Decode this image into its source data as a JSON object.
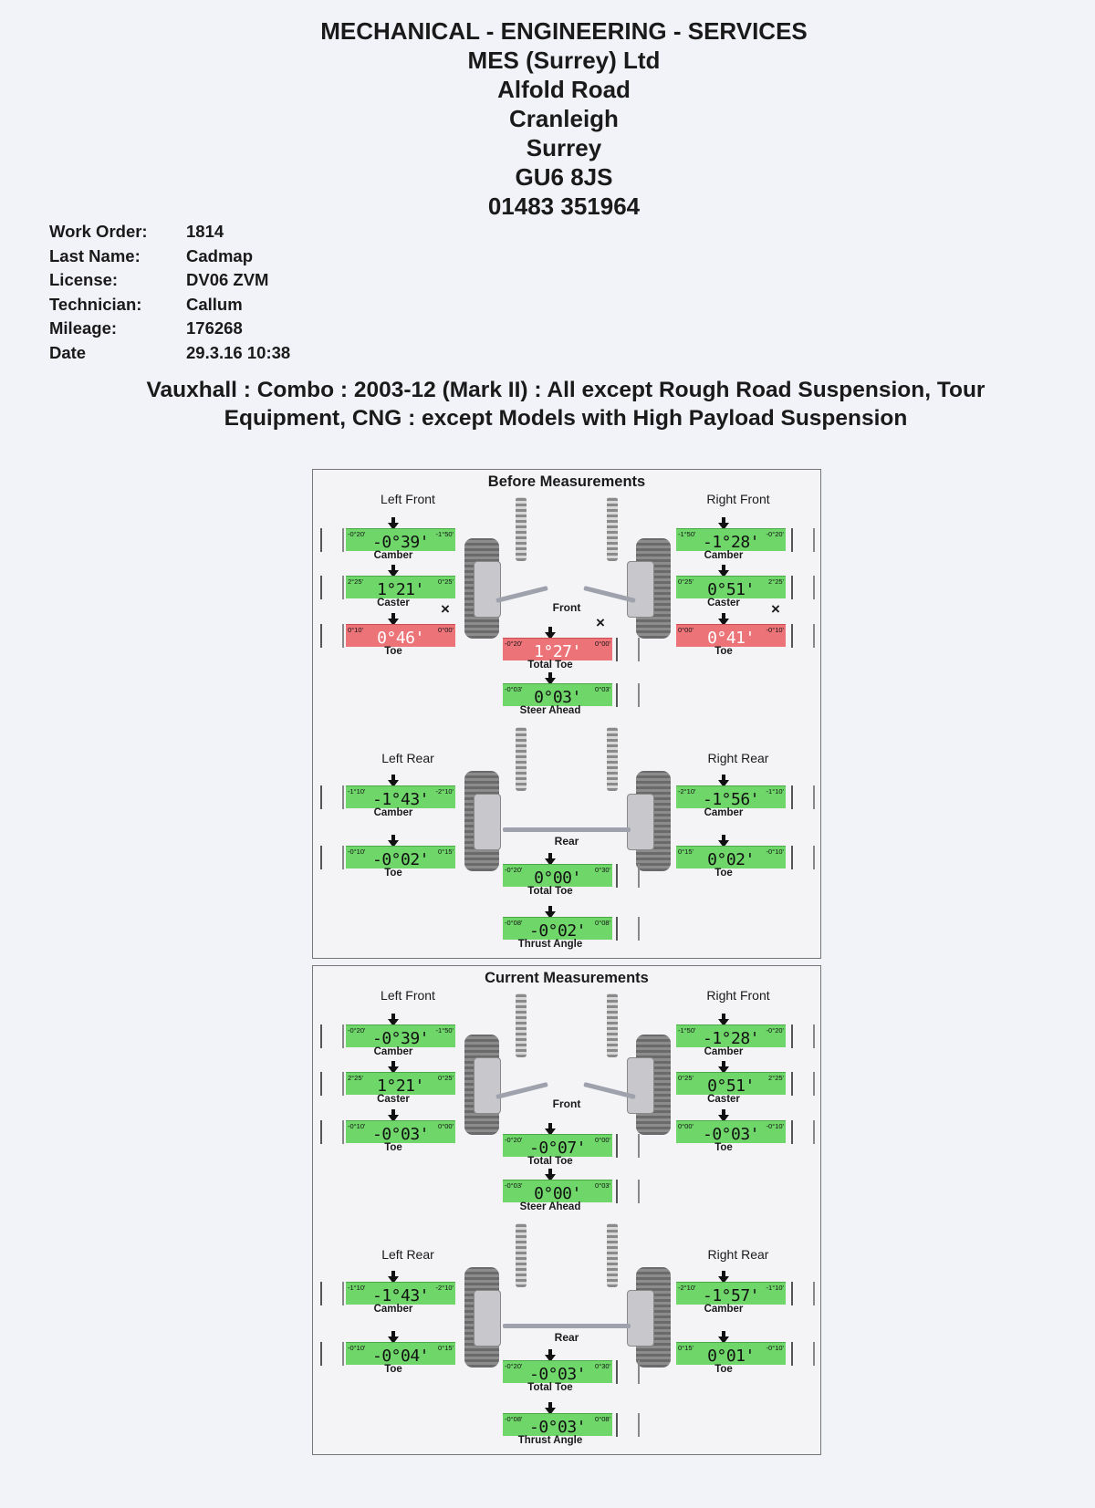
{
  "company": {
    "line1": "MECHANICAL - ENGINEERING - SERVICES",
    "line2": "MES (Surrey) Ltd",
    "line3": "Alfold Road",
    "line4": "Cranleigh",
    "line5": "Surrey",
    "line6": "GU6 8JS",
    "line7": "01483 351964"
  },
  "job": {
    "work_order_label": "Work Order:",
    "work_order": "1814",
    "last_name_label": "Last Name:",
    "last_name": "Cadmap",
    "license_label": "License:",
    "license": "DV06 ZVM",
    "technician_label": "Technician:",
    "technician": "Callum",
    "mileage_label": "Mileage:",
    "mileage": "176268",
    "date_label": "Date",
    "date": "29.3.16 10:38"
  },
  "vehicle": {
    "line1": "Vauxhall : Combo : 2003-12 (Mark II) : All except Rough Road Suspension, Tour",
    "line2": "Equipment, CNG : except Models with High Payload Suspension"
  },
  "colors": {
    "in_spec": "#6fd66a",
    "out_of_spec": "#ec7479"
  },
  "before": {
    "title": "Before Measurements",
    "left_front": "Left Front",
    "right_front": "Right Front",
    "left_rear": "Left Rear",
    "right_rear": "Right Rear",
    "front": "Front",
    "rear": "Rear",
    "lf_camber": {
      "min": "-0°20'",
      "max": "-1°50'",
      "value": "-0°39'",
      "name": "Camber"
    },
    "lf_caster": {
      "min": "2°25'",
      "max": "0°25'",
      "value": "1°21'",
      "name": "Caster"
    },
    "lf_toe": {
      "min": "0°10'",
      "max": "0°00'",
      "value": "0°46'",
      "name": "Toe",
      "status": "out"
    },
    "rf_camber": {
      "min": "-1°50'",
      "max": "-0°20'",
      "value": "-1°28'",
      "name": "Camber"
    },
    "rf_caster": {
      "min": "0°25'",
      "max": "2°25'",
      "value": "0°51'",
      "name": "Caster"
    },
    "rf_toe": {
      "min": "0°00'",
      "max": "-0°10'",
      "value": "0°41'",
      "name": "Toe",
      "status": "out"
    },
    "f_total_toe": {
      "min": "-0°20'",
      "max": "0°00'",
      "value": "1°27'",
      "name": "Total Toe",
      "status": "out"
    },
    "steer_ahead": {
      "min": "-0°03'",
      "max": "0°03'",
      "value": "0°03'",
      "name": "Steer Ahead"
    },
    "lr_camber": {
      "min": "-1°10'",
      "max": "-2°10'",
      "value": "-1°43'",
      "name": "Camber"
    },
    "lr_toe": {
      "min": "-0°10'",
      "max": "0°15'",
      "value": "-0°02'",
      "name": "Toe"
    },
    "rr_camber": {
      "min": "-2°10'",
      "max": "-1°10'",
      "value": "-1°56'",
      "name": "Camber"
    },
    "rr_toe": {
      "min": "0°15'",
      "max": "-0°10'",
      "value": "0°02'",
      "name": "Toe"
    },
    "r_total_toe": {
      "min": "-0°20'",
      "max": "0°30'",
      "value": "0°00'",
      "name": "Total Toe"
    },
    "thrust": {
      "min": "-0°08'",
      "max": "0°08'",
      "value": "-0°02'",
      "name": "Thrust Angle"
    }
  },
  "current": {
    "title": "Current Measurements",
    "left_front": "Left Front",
    "right_front": "Right Front",
    "left_rear": "Left Rear",
    "right_rear": "Right Rear",
    "front": "Front",
    "rear": "Rear",
    "lf_camber": {
      "min": "-0°20'",
      "max": "-1°50'",
      "value": "-0°39'",
      "name": "Camber"
    },
    "lf_caster": {
      "min": "2°25'",
      "max": "0°25'",
      "value": "1°21'",
      "name": "Caster"
    },
    "lf_toe": {
      "min": "-0°10'",
      "max": "0°00'",
      "value": "-0°03'",
      "name": "Toe"
    },
    "rf_camber": {
      "min": "-1°50'",
      "max": "-0°20'",
      "value": "-1°28'",
      "name": "Camber"
    },
    "rf_caster": {
      "min": "0°25'",
      "max": "2°25'",
      "value": "0°51'",
      "name": "Caster"
    },
    "rf_toe": {
      "min": "0°00'",
      "max": "-0°10'",
      "value": "-0°03'",
      "name": "Toe"
    },
    "f_total_toe": {
      "min": "-0°20'",
      "max": "0°00'",
      "value": "-0°07'",
      "name": "Total Toe"
    },
    "steer_ahead": {
      "min": "-0°03'",
      "max": "0°03'",
      "value": "0°00'",
      "name": "Steer Ahead"
    },
    "lr_camber": {
      "min": "-1°10'",
      "max": "-2°10'",
      "value": "-1°43'",
      "name": "Camber"
    },
    "lr_toe": {
      "min": "-0°10'",
      "max": "0°15'",
      "value": "-0°04'",
      "name": "Toe"
    },
    "rr_camber": {
      "min": "-2°10'",
      "max": "-1°10'",
      "value": "-1°57'",
      "name": "Camber"
    },
    "rr_toe": {
      "min": "0°15'",
      "max": "-0°10'",
      "value": "0°01'",
      "name": "Toe"
    },
    "r_total_toe": {
      "min": "-0°20'",
      "max": "0°30'",
      "value": "-0°03'",
      "name": "Total Toe"
    },
    "thrust": {
      "min": "-0°08'",
      "max": "0°08'",
      "value": "-0°03'",
      "name": "Thrust Angle"
    }
  }
}
